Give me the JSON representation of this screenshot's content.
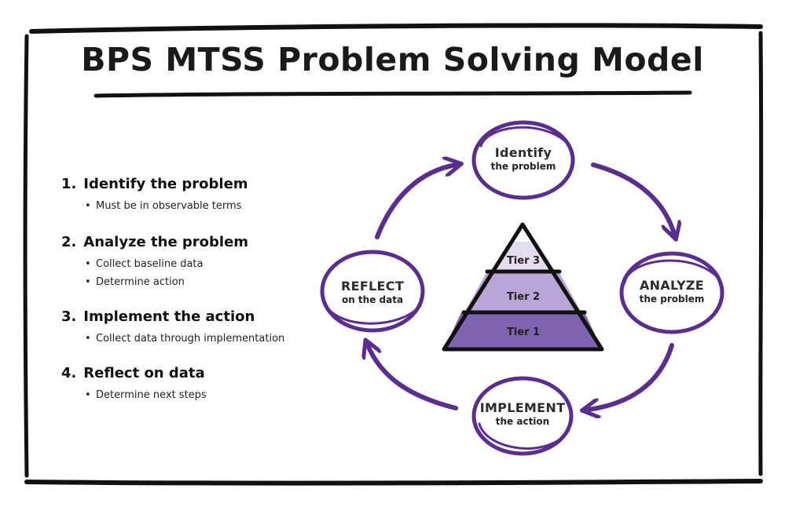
{
  "title": "BPS MTSS Problem Solving Model",
  "steps": [
    {
      "number": "1.",
      "heading": "Identify the problem",
      "bullets": [
        "Must be in observable terms"
      ]
    },
    {
      "number": "2.",
      "heading": "Analyze the problem",
      "bullets": [
        "Collect baseline data",
        "Determine action"
      ]
    },
    {
      "number": "3.",
      "heading": "Implement the action",
      "bullets": [
        "Collect data through implementation"
      ]
    },
    {
      "number": "4.",
      "heading": "Reflect on data",
      "bullets": [
        "Determine next steps"
      ]
    }
  ],
  "cycle": {
    "identify": {
      "main": "Identify",
      "sub": "the problem"
    },
    "analyze": {
      "main": "ANALYZE",
      "sub": "the problem"
    },
    "implement": {
      "main": "IMPLEMENT",
      "sub": "the action"
    },
    "reflect": {
      "main": "REFLECT",
      "sub": "on the data"
    }
  },
  "pyramid": {
    "tier3": "Tier 3",
    "tier2": "Tier 2",
    "tier1": "Tier 1"
  },
  "colors": {
    "purple": "#5b2d8e",
    "tier1": "#7e63b0",
    "tier2": "#b9a6d6",
    "tier3": "#e4dcef",
    "frame": "#111111"
  }
}
